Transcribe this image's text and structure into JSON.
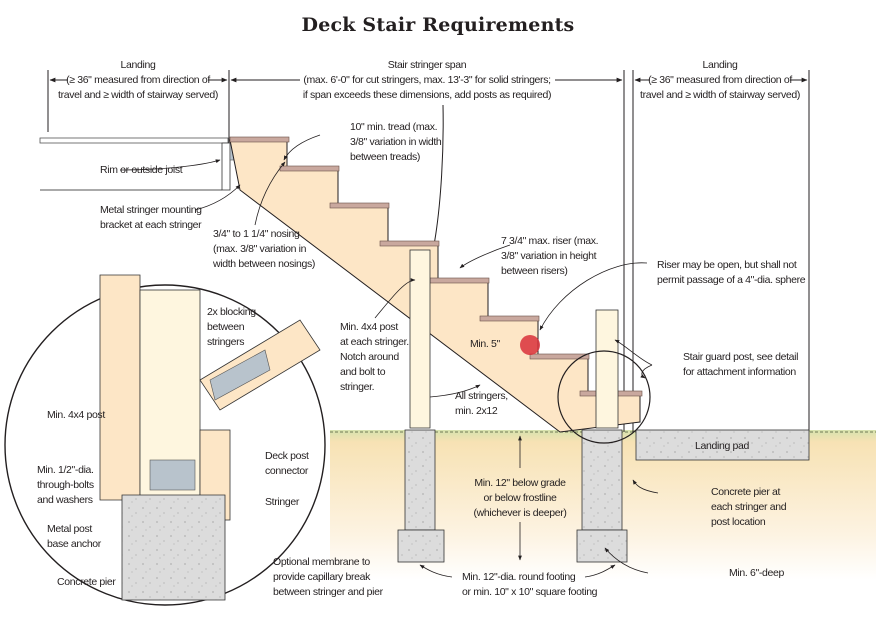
{
  "title": "Deck Stair Requirements",
  "colors": {
    "wood": "#fde6c6",
    "post": "#fef6df",
    "tread": "#c9a89e",
    "concrete": "#dcdcdc",
    "metal": "#b8c3cc",
    "grass": "#c9d9a0",
    "soil": "#f5dcaa",
    "sphere": "#d9303a",
    "ink": "#231f20"
  },
  "dimensions": {
    "landing_left": [
      "Landing",
      "(≥ 36\" measured from direction of",
      "travel and ≥ width of stairway served)"
    ],
    "stringer_span": [
      "Stair stringer span",
      "(max. 6'-0\" for cut stringers, max. 13'-3\" for solid stringers;",
      "if span exceeds these dimensions, add posts as required)"
    ],
    "landing_right": [
      "Landing",
      "(≥ 36\" measured from direction of",
      "travel and ≥ width of stairway served)"
    ]
  },
  "callouts": {
    "rim_joist": [
      "Rim or outside joist"
    ],
    "mounting_bracket": [
      "Metal stringer mounting",
      "bracket at each stringer"
    ],
    "tread": [
      "10\" min. tread (max.",
      "3/8\" variation in width",
      "between treads)"
    ],
    "nosing": [
      "3/4\" to 1 1/4\" nosing",
      "(max. 3/8\" variation in",
      "width between nosings)"
    ],
    "riser": [
      "7 3/4\" max. riser (max.",
      "3/8\" variation in height",
      "between risers)"
    ],
    "open_riser": [
      "Riser may be open, but shall not",
      "permit passage of a 4\"-dia. sphere"
    ],
    "post_at_stringer": [
      "Min. 4x4 post",
      "at each stringer.",
      "Notch around",
      "and bolt to",
      "stringer."
    ],
    "min_5": [
      "Min. 5\""
    ],
    "all_stringers": [
      "All stringers,",
      "min. 2x12"
    ],
    "guard_post": [
      "Stair guard post, see detail",
      "for attachment information"
    ],
    "landing_pad": [
      "Landing pad"
    ],
    "below_grade": [
      "Min. 12\" below grade",
      "or below frostline",
      "(whichever is deeper)"
    ],
    "concrete_pier_each": [
      "Concrete pier at",
      "each stringer and",
      "post location"
    ],
    "footing": [
      "Min. 12\"-dia. round footing",
      "or min. 10\" x 10\" square footing"
    ],
    "min_6_deep": [
      "Min. 6\"-deep"
    ]
  },
  "detail": {
    "blocking": [
      "2x blocking",
      "between",
      "stringers"
    ],
    "post": [
      "Min. 4x4 post"
    ],
    "bolts": [
      "Min. 1/2\"-dia.",
      "through-bolts",
      "and washers"
    ],
    "base_anchor": [
      "Metal post",
      "base anchor"
    ],
    "concrete_pier": [
      "Concrete pier"
    ],
    "deck_post_connector": [
      "Deck post",
      "connector"
    ],
    "stringer": [
      "Stringer"
    ],
    "membrane": [
      "Optional membrane to",
      "provide capillary break",
      "between stringer and pier"
    ]
  }
}
